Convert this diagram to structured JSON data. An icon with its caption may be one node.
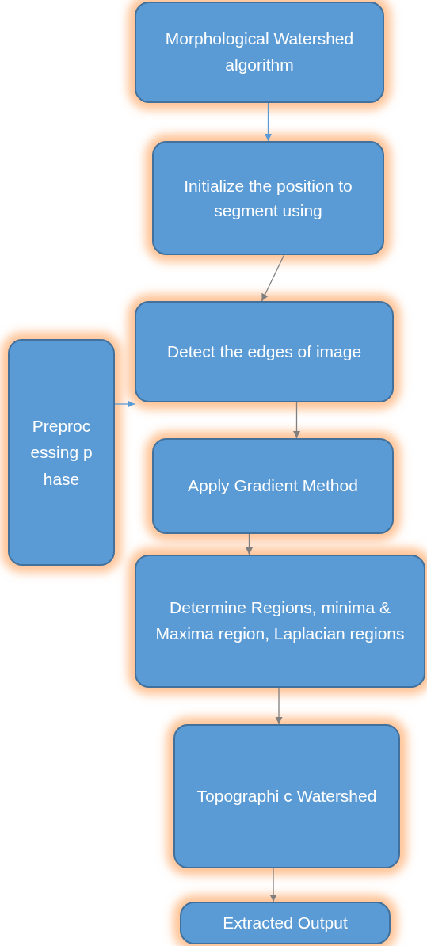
{
  "diagram": {
    "nodes": [
      {
        "text": [
          "Morphological Watershed algorithm"
        ]
      },
      {
        "text": [
          "Initialize the position to segment using"
        ]
      },
      {
        "text": [
          "Detect the edges of image"
        ]
      },
      {
        "text": [
          "Preprocessing phase"
        ]
      },
      {
        "text": [
          "Apply Gradient Method"
        ]
      },
      {
        "text": [
          "Determine Regions, minima & Maxima region, Laplacian regions"
        ]
      },
      {
        "text": [
          "Topographi c Watershed"
        ]
      },
      {
        "text": [
          "Extracted Output"
        ]
      }
    ],
    "edges": [
      {
        "from": 0,
        "to": 1,
        "arrow": "to",
        "color": "#5b9bd5"
      },
      {
        "from": 1,
        "to": 2,
        "arrow": "to"
      },
      {
        "from": 2,
        "to": 4,
        "arrow": "to"
      },
      {
        "from": 4,
        "to": 5,
        "arrow": "to"
      },
      {
        "from": 5,
        "to": 6,
        "arrow": "to"
      },
      {
        "from": 6,
        "to": 7,
        "arrow": "to"
      },
      {
        "from": 3,
        "to": 2,
        "arrow": "to",
        "color": "#5b9bd5"
      }
    ]
  }
}
